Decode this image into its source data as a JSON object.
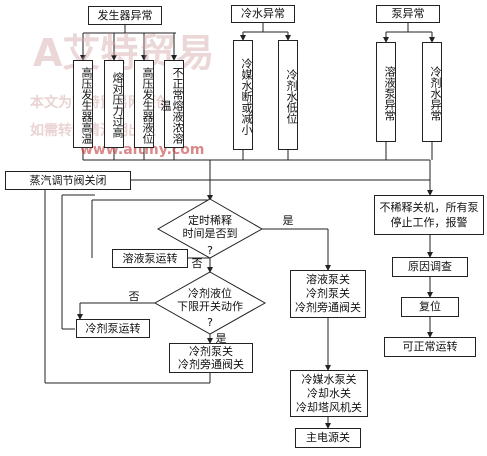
{
  "top_headers": {
    "generator": "发生器异常",
    "coolant": "冷水异常",
    "pump": "泵异常"
  },
  "generator_items": [
    "高压发生器高温",
    "熔对压力过高",
    "高压发生器液位",
    "不正常熔液浓溶温"
  ],
  "coolant_items": [
    "冷媒水断或减小",
    "冷剂水低位"
  ],
  "pump_items": [
    "溶液泵异常",
    "冷剂水异常"
  ],
  "left_column": {
    "steam_valve_close": "蒸汽调节阀关闭",
    "solution_pump_run": "溶液泵运转",
    "refrigerant_pump_run": "冷剂泵运转"
  },
  "decisions": {
    "dilute_timer": "定时稀释\n时间是否到",
    "level_switch": "冷剂液位\n下限开关动作"
  },
  "branch_labels": {
    "yes1": "是",
    "no1": "否",
    "no2": "否",
    "yes2": "是",
    "q_mark": "?"
  },
  "middle_column": {
    "refrigerant_pump_off": "冷剂泵关\n冷剂旁通阀关"
  },
  "right_middle": {
    "solution_pump_off": "溶液泵关\n冷剂泵关\n冷剂旁通阀关",
    "water_pumps_off": "冷媒水泵关\n冷却水关\n冷却塔风机关",
    "main_power_off": "主电源关"
  },
  "right_column": {
    "shutdown": "不稀释关机，所有泵\n停止工作，报警",
    "investigate": "原因调查",
    "reset": "复位",
    "normal_run": "可正常运转"
  },
  "watermark": {
    "logo": "A艾特贸易",
    "line1": "本文为艾特贸易网原创",
    "line2": "如需转载请注明出处",
    "url": "www.aitmy.com"
  }
}
